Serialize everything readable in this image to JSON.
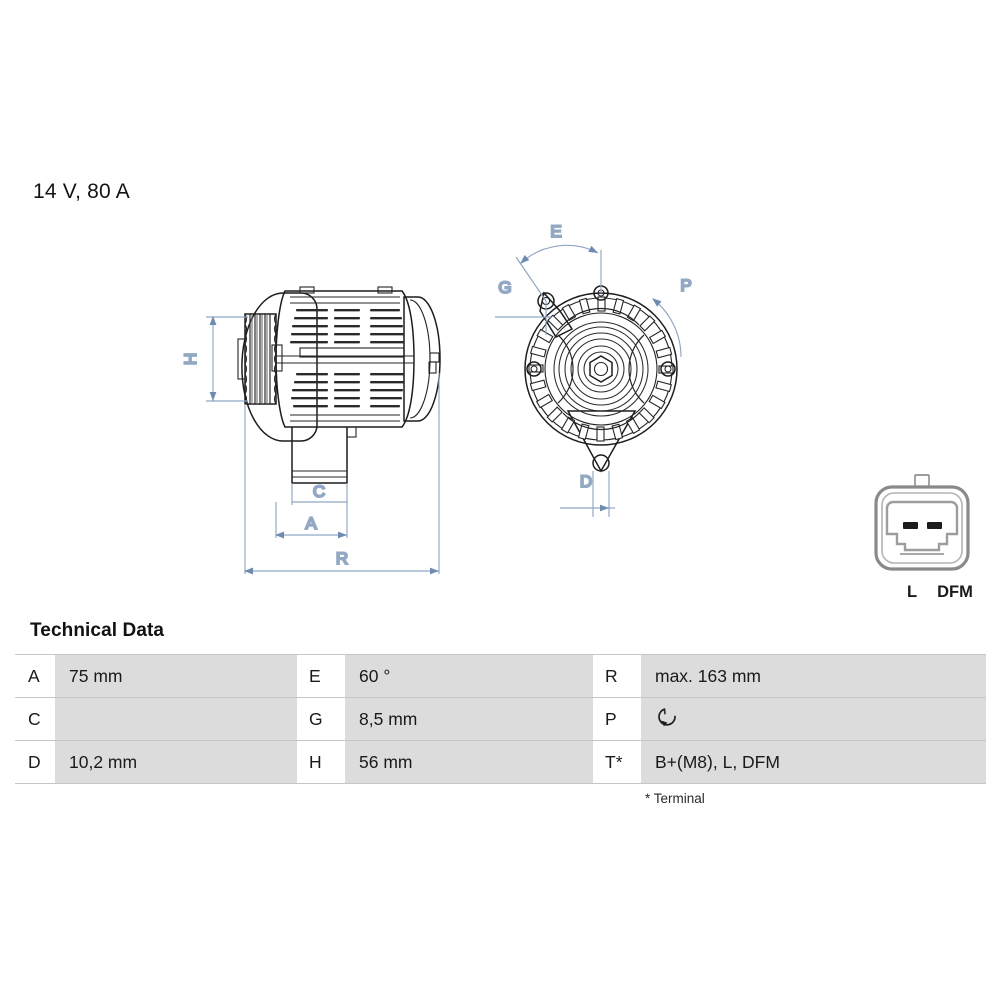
{
  "page": {
    "title": "14 V, 80 A"
  },
  "technical_data": {
    "heading": "Technical Data",
    "footnote": "* Terminal",
    "rows": [
      {
        "c1_key": "A",
        "c1_value": "75 mm",
        "c2_key": "E",
        "c2_value": "60 °",
        "c3_key": "R",
        "c3_value": "max. 163 mm"
      },
      {
        "c1_key": "C",
        "c1_value": "",
        "c2_key": "G",
        "c2_value": "8,5 mm",
        "c3_key": "P",
        "c3_value": ""
      },
      {
        "c1_key": "D",
        "c1_value": "10,2 mm",
        "c2_key": "H",
        "c2_value": "56 mm",
        "c3_key": "T*",
        "c3_value": "B+(M8), L, DFM"
      }
    ],
    "rotation_icon": "counterclockwise-rotation-icon"
  },
  "drawings": {
    "side_view": {
      "name": "alternator-side-view",
      "dimension_labels": [
        "H",
        "C",
        "A",
        "R"
      ]
    },
    "front_view": {
      "name": "alternator-front-view",
      "dimension_labels": [
        "E",
        "G",
        "P",
        "D"
      ]
    },
    "connector": {
      "name": "alternator-connector-pinout",
      "pin_labels": [
        "L",
        "DFM"
      ]
    }
  },
  "colors": {
    "dimension_line": "#8fa6c4",
    "dimension_label": "#93a8c2",
    "outline": "#1d1d1d",
    "table_value_bg": "#dcdcdc",
    "table_rule": "#c6c6c6"
  }
}
